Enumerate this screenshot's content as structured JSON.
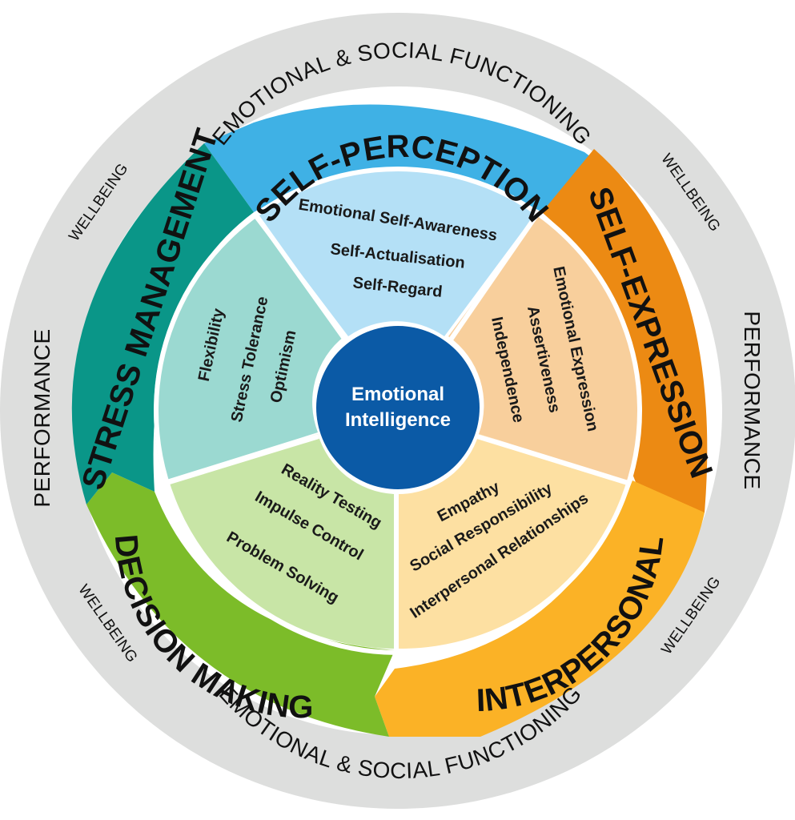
{
  "outer_ring": {
    "top": "EMOTIONAL & SOCIAL FUNCTIONING",
    "bottom": "EMOTIONAL & SOCIAL FUNCTIONING",
    "left": "PERFORMANCE",
    "right": "PERFORMANCE",
    "upper_left": "WELLBEING",
    "upper_right": "WELLBEING",
    "lower_left": "WELLBEING",
    "lower_right": "WELLBEING"
  },
  "center": {
    "line1": "Emotional",
    "line2": "Intelligence",
    "color": "#0b5aa6"
  },
  "composites": [
    {
      "id": "self-perception",
      "label": "SELF-PERCEPTION",
      "band_color": "#3fb1e5",
      "inner_color": "#b4e0f6",
      "subscales": [
        "Emotional Self-Awareness",
        "Self-Actualisation",
        "Self-Regard"
      ]
    },
    {
      "id": "self-expression",
      "label": "SELF-EXPRESSION",
      "band_color": "#ec8a13",
      "inner_color": "#f8cf9c",
      "subscales": [
        "Emotional Expression",
        "Assertiveness",
        "Independence"
      ]
    },
    {
      "id": "interpersonal",
      "label": "INTERPERSONAL",
      "band_color": "#fbb226",
      "inner_color": "#fde0a2",
      "subscales": [
        "Empathy",
        "Social Responsibility",
        "Interpersonal Relationships"
      ]
    },
    {
      "id": "decision-making",
      "label": "DECISION MAKING",
      "band_color": "#7cbc29",
      "inner_color": "#c8e5a6",
      "subscales": [
        "Reality Testing",
        "Impulse Control",
        "Problem Solving"
      ]
    },
    {
      "id": "stress-management",
      "label": "STRESS MANAGEMENT",
      "band_color": "#0a9688",
      "inner_color": "#9bd9d1",
      "subscales": [
        "Flexibility",
        "Stress Tolerance",
        "Optimism"
      ]
    }
  ],
  "ring_color": "#dddedd"
}
